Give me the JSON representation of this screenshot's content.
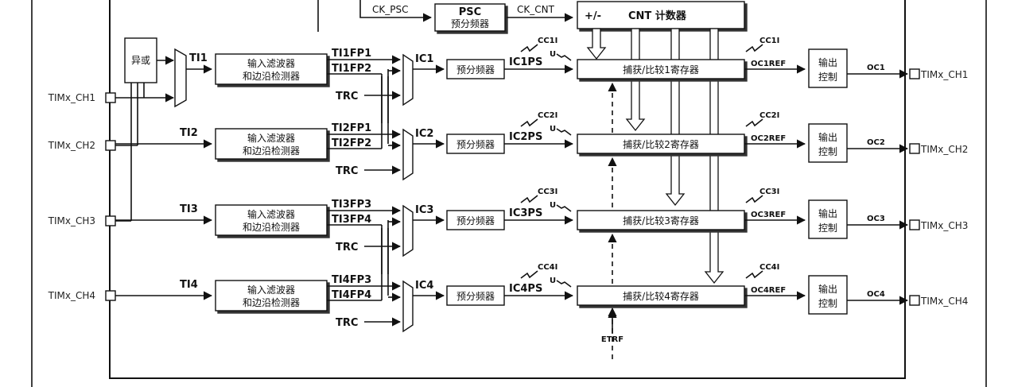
{
  "top": {
    "ck_psc": "CK_PSC",
    "psc_title": "PSC",
    "psc_sub": "预分频器",
    "ck_cnt": "CK_CNT",
    "cnt_sign": "+/-",
    "cnt_label": "CNT 计数器"
  },
  "xor_label": "异或",
  "etrf": "ETRF",
  "update_mark": "U",
  "channels": [
    {
      "pin": "TIMx_CH1",
      "ti": "TI1",
      "filter_line1": "输入滤波器",
      "filter_line2": "和边沿检测器",
      "fp_a": "TI1FP1",
      "fp_b": "TI1FP2",
      "trc": "TRC",
      "ic": "IC1",
      "prescaler": "预分频器",
      "icps": "IC1PS",
      "cci": "CC1I",
      "ccr": "捕获/比较1寄存器",
      "cco": "CC1I",
      "ocref": "OC1REF",
      "out_line1": "输出",
      "out_line2": "控制",
      "oc": "OC1",
      "out_pin": "TIMx_CH1"
    },
    {
      "pin": "TIMx_CH2",
      "ti": "TI2",
      "filter_line1": "输入滤波器",
      "filter_line2": "和边沿检测器",
      "fp_a": "TI2FP1",
      "fp_b": "TI2FP2",
      "trc": "TRC",
      "ic": "IC2",
      "prescaler": "预分频器",
      "icps": "IC2PS",
      "cci": "CC2I",
      "ccr": "捕获/比较2寄存器",
      "cco": "CC2I",
      "ocref": "OC2REF",
      "out_line1": "输出",
      "out_line2": "控制",
      "oc": "OC2",
      "out_pin": "TIMx_CH2"
    },
    {
      "pin": "TIMx_CH3",
      "ti": "TI3",
      "filter_line1": "输入滤波器",
      "filter_line2": "和边沿检测器",
      "fp_a": "TI3FP3",
      "fp_b": "TI3FP4",
      "trc": "TRC",
      "ic": "IC3",
      "prescaler": "预分频器",
      "icps": "IC3PS",
      "cci": "CC3I",
      "ccr": "捕获/比较3寄存器",
      "cco": "CC3I",
      "ocref": "OC3REF",
      "out_line1": "输出",
      "out_line2": "控制",
      "oc": "OC3",
      "out_pin": "TIMx_CH3"
    },
    {
      "pin": "TIMx_CH4",
      "ti": "TI4",
      "filter_line1": "输入滤波器",
      "filter_line2": "和边沿检测器",
      "fp_a": "TI4FP3",
      "fp_b": "TI4FP4",
      "trc": "TRC",
      "ic": "IC4",
      "prescaler": "预分频器",
      "icps": "IC4PS",
      "cci": "CC4I",
      "ccr": "捕获/比较4寄存器",
      "cco": "CC4I",
      "ocref": "OC4REF",
      "out_line1": "输出",
      "out_line2": "控制",
      "oc": "OC4",
      "out_pin": "TIMx_CH4"
    }
  ]
}
